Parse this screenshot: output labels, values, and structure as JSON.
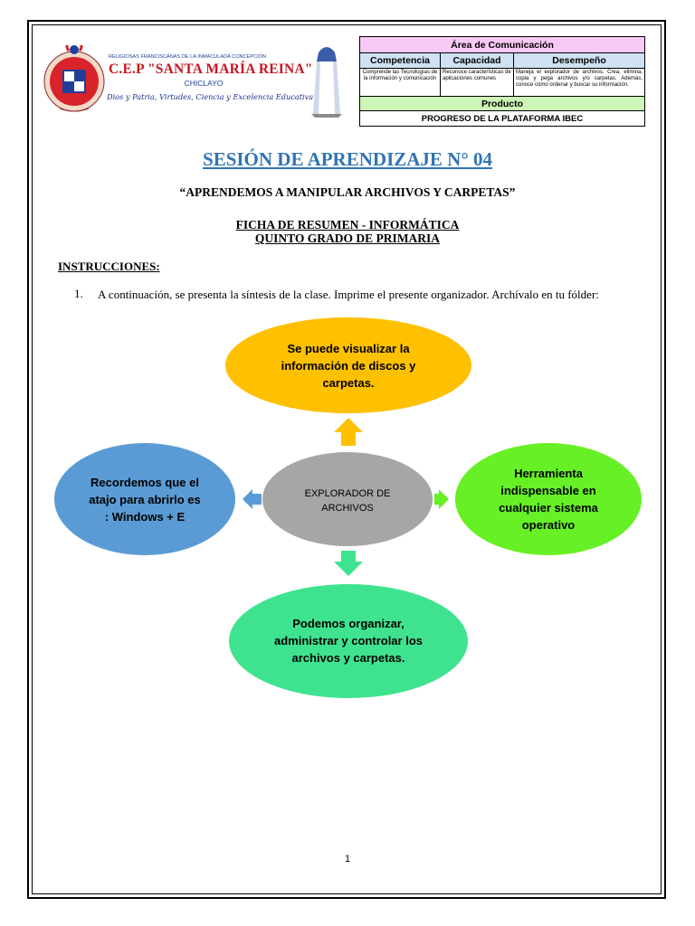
{
  "school": {
    "subheading": "RELIGIOSAS FRANCISCANAS DE LA INMACULADA CONCEPCIÓN",
    "name": "C.E.P \"SANTA MARÍA REINA\"",
    "city": "CHICLAYO",
    "motto": "Dios y Patria, Virtudes, Ciencia y Excelencia Educativa"
  },
  "header_table": {
    "area": "Área de Comunicación",
    "col_competencia": "Competencia",
    "col_capacidad": "Capacidad",
    "col_desempeno": "Desempeño",
    "competencia": "Comprende las Tecnologías de la información y comunicación",
    "capacidad": "Reconoce características de aplicaciones comunes",
    "desempeno": "Maneja el explorador de archivos. Crea, elimina, copia y pega archivos y/o carpetas. Además, conoce cómo ordenar y buscar su información.",
    "producto_label": "Producto",
    "producto": "PROGRESO DE LA PLATAFORMA IBEC"
  },
  "title": "SESIÓN DE APRENDIZAJE N° 04",
  "subtitle": "“APRENDEMOS A MANIPULAR ARCHIVOS Y CARPETAS”",
  "ficha_line1": "FICHA DE RESUMEN - INFORMÁTICA",
  "ficha_line2": "QUINTO GRADO DE PRIMARIA",
  "instructions_heading": "INSTRUCCIONES:",
  "instructions": [
    {
      "number": "1.",
      "text": "A continuación, se presenta la síntesis de la clase. Imprime el presente organizador. Archívalo en tu fólder:"
    }
  ],
  "diagram": {
    "center": [
      "EXPLORADOR DE",
      "ARCHIVOS"
    ],
    "top": [
      "Se puede visualizar la",
      "información  de discos y",
      "carpetas."
    ],
    "left": [
      "Recordemos que el",
      "atajo para abrirlo es",
      ": Windows + E"
    ],
    "right": [
      "Herramienta",
      "indispensable en",
      "cualquier sistema",
      "operativo"
    ],
    "bottom": [
      "Podemos organizar,",
      "administrar y controlar los",
      "archivos y carpetas."
    ],
    "colors": {
      "center": "#a6a6a6",
      "top": "#ffc000",
      "left": "#5b9bd5",
      "right": "#66f025",
      "bottom": "#3fe38f"
    }
  },
  "page_number": "1"
}
